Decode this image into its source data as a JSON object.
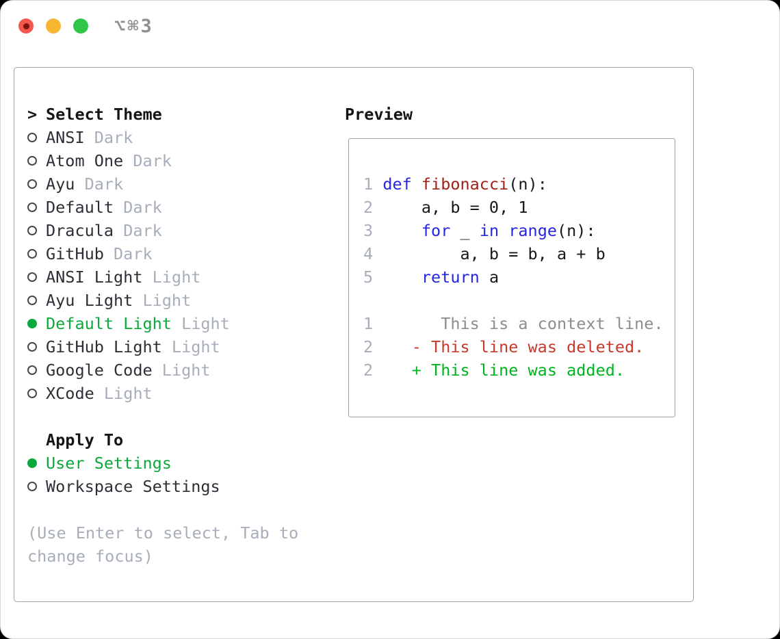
{
  "window": {
    "title": "⌥⌘3"
  },
  "theme_selector": {
    "header_marker": ">",
    "header": "Select Theme",
    "items": [
      {
        "name": "ANSI",
        "variant": "Dark",
        "selected": false
      },
      {
        "name": "Atom One",
        "variant": "Dark",
        "selected": false
      },
      {
        "name": "Ayu",
        "variant": "Dark",
        "selected": false
      },
      {
        "name": "Default",
        "variant": "Dark",
        "selected": false
      },
      {
        "name": "Dracula",
        "variant": "Dark",
        "selected": false
      },
      {
        "name": "GitHub",
        "variant": "Dark",
        "selected": false
      },
      {
        "name": "ANSI Light",
        "variant": "Light",
        "selected": false
      },
      {
        "name": "Ayu Light",
        "variant": "Light",
        "selected": false
      },
      {
        "name": "Default Light",
        "variant": "Light",
        "selected": true
      },
      {
        "name": "GitHub Light",
        "variant": "Light",
        "selected": false
      },
      {
        "name": "Google Code",
        "variant": "Light",
        "selected": false
      },
      {
        "name": "XCode",
        "variant": "Light",
        "selected": false
      }
    ]
  },
  "apply_to": {
    "header": "Apply To",
    "items": [
      {
        "label": "User Settings",
        "selected": true
      },
      {
        "label": "Workspace Settings",
        "selected": false
      }
    ]
  },
  "hint": "(Use Enter to select, Tab to change focus)",
  "preview": {
    "title": "Preview",
    "code_lines": [
      {
        "num": "1",
        "segs": [
          {
            "t": " "
          },
          {
            "t": "def",
            "c": "kw"
          },
          {
            "t": " "
          },
          {
            "t": "fibonacci",
            "c": "fn"
          },
          {
            "t": "(n):"
          }
        ]
      },
      {
        "num": "2",
        "segs": [
          {
            "t": "     a, b = 0, 1"
          }
        ]
      },
      {
        "num": "3",
        "segs": [
          {
            "t": "     "
          },
          {
            "t": "for",
            "c": "kw"
          },
          {
            "t": " _ "
          },
          {
            "t": "in",
            "c": "kw"
          },
          {
            "t": " "
          },
          {
            "t": "range",
            "c": "kw"
          },
          {
            "t": "(n):"
          }
        ]
      },
      {
        "num": "4",
        "segs": [
          {
            "t": "         a, b = b, a + b"
          }
        ]
      },
      {
        "num": "5",
        "segs": [
          {
            "t": "     "
          },
          {
            "t": "return",
            "c": "kw"
          },
          {
            "t": " a"
          }
        ]
      }
    ],
    "diff_lines": [
      {
        "num": "1",
        "segs": [
          {
            "t": "       This is a context line.",
            "c": "ctx"
          }
        ]
      },
      {
        "num": "2",
        "segs": [
          {
            "t": "    - This line was deleted.",
            "c": "del"
          }
        ]
      },
      {
        "num": "2",
        "segs": [
          {
            "t": "    + This line was added.",
            "c": "add"
          }
        ]
      }
    ]
  },
  "colors": {
    "accent_green": "#0da83c",
    "added_green": "#00b41f",
    "deleted_red": "#c8382b",
    "keyword_blue": "#2525e8",
    "function_red": "#a02218",
    "context_gray": "#8b8d90",
    "dim_gray": "#a7aeba",
    "text_dark": "#2c2f36",
    "heading_black": "#141519",
    "code_black": "#17181c",
    "border_gray": "#99a1ac",
    "title_gray": "#8e9095",
    "traffic_red": "#f4574f",
    "traffic_yellow": "#f7b732",
    "traffic_green": "#32c648"
  }
}
